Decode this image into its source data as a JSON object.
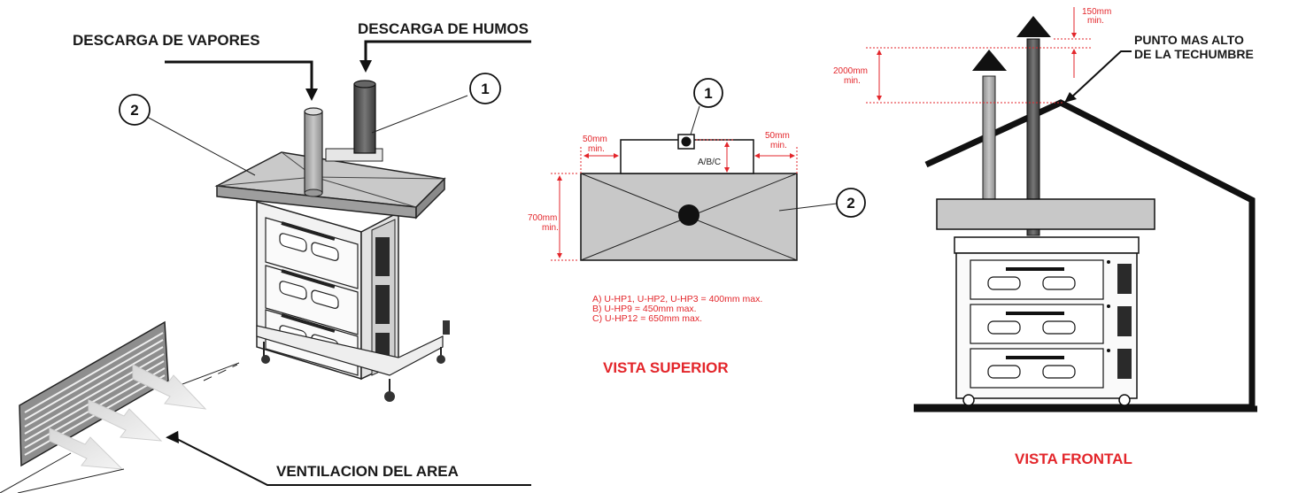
{
  "left_view": {
    "label_vapores": "DESCARGA DE VAPORES",
    "label_humos": "DESCARGA DE HUMOS",
    "label_ventilacion": "VENTILACION DEL AREA",
    "callout_1": "1",
    "callout_2": "2"
  },
  "top_view": {
    "title": "VISTA SUPERIOR",
    "callout_1": "1",
    "callout_2": "2",
    "dim_left_a": "50mm",
    "dim_left_b": "min.",
    "dim_right_a": "50mm",
    "dim_right_b": "min.",
    "dim_height_a": "700mm",
    "dim_height_b": "min.",
    "dim_abc": "A/B/C",
    "note_a": "A) U-HP1, U-HP2, U-HP3 = 400mm max.",
    "note_b": "B) U-HP9 = 450mm max.",
    "note_c": "C) U-HP12 = 650mm max."
  },
  "front_view": {
    "title": "VISTA FRONTAL",
    "dim_top_a": "150mm",
    "dim_top_b": "min.",
    "dim_side_a": "2000mm",
    "dim_side_b": "min.",
    "roof_label_1": "PUNTO MAS ALTO",
    "roof_label_2": "DE LA TECHUMBRE"
  },
  "colors": {
    "accent_red": "#e3262b",
    "hood_gray": "#c8c8c8",
    "pipe_dark": "#555555",
    "pipe_light": "#a0a0a0"
  }
}
